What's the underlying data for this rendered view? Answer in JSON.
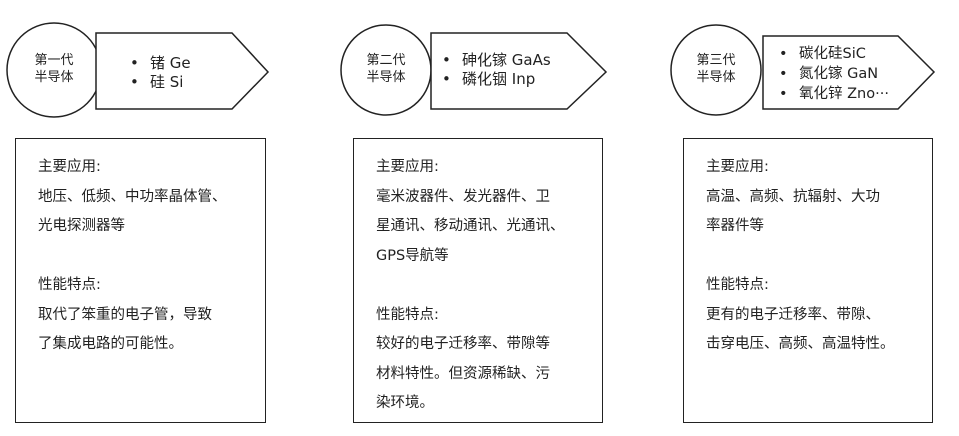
{
  "generations": [
    {
      "label_line1": "第一代",
      "label_line2": "半导体",
      "materials": [
        "锗 Ge",
        "硅 Si"
      ],
      "apps_heading": "主要应用:",
      "apps_lines": [
        "地压、低频、中功率晶体管、",
        "光电探测器等"
      ],
      "perf_heading": "性能特点:",
      "perf_lines": [
        "取代了笨重的电子管，导致",
        "了集成电路的可能性。"
      ]
    },
    {
      "label_line1": "第二代",
      "label_line2": "半导体",
      "materials": [
        "砷化镓 GaAs",
        "磷化铟 Inp"
      ],
      "apps_heading": "主要应用:",
      "apps_lines": [
        "毫米波器件、发光器件、卫",
        "星通讯、移动通讯、光通讯、",
        "GPS导航等"
      ],
      "perf_heading": "性能特点:",
      "perf_lines": [
        "较好的电子迁移率、带隙等",
        "材料特性。但资源稀缺、污",
        "染环境。"
      ]
    },
    {
      "label_line1": "第三代",
      "label_line2": "半导体",
      "materials": [
        "碳化硅SiC",
        "氮化镓 GaN",
        "氧化锌 Zno···"
      ],
      "apps_heading": "主要应用:",
      "apps_lines": [
        "高温、高频、抗辐射、大功",
        "率器件等"
      ],
      "perf_heading": "性能特点:",
      "perf_lines": [
        "更有的电子迁移率、带隙、",
        "击穿电压、高频、高温特性。"
      ]
    }
  ]
}
